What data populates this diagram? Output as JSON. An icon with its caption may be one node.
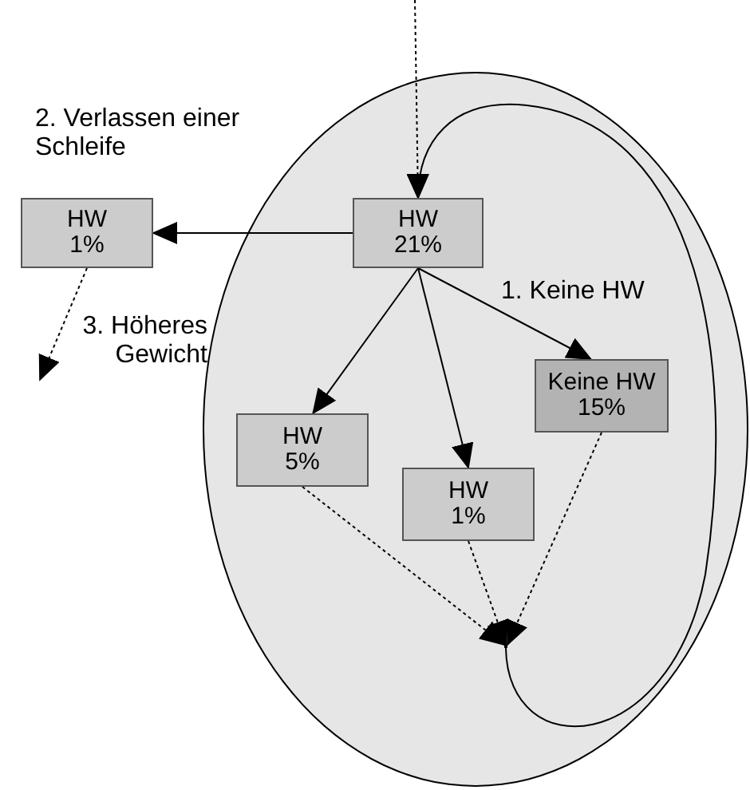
{
  "diagram": {
    "nodes": [
      {
        "text": [],
        "shape": "ellipse"
      },
      {
        "text": [
          "HW 21%"
        ],
        "in": 0
      },
      {
        "text": [
          "HW 1%"
        ]
      },
      {
        "text": [
          "Keine HW 15%"
        ],
        "in": 0
      },
      {
        "text": [
          "HW 5%"
        ],
        "in": 0
      },
      {
        "text": [
          "HW 1%"
        ],
        "in": 0
      },
      {
        "text": [],
        "shape": "point",
        "in": 0
      }
    ],
    "edges": [
      {
        "from": null,
        "to": 1,
        "arrow": "to",
        "style": "dashed"
      },
      {
        "from": 1,
        "to": 2,
        "arrow": "to"
      },
      {
        "from": 2,
        "to": null,
        "arrow": "to",
        "style": "dashed"
      },
      {
        "from": 1,
        "to": 3,
        "arrow": "to"
      },
      {
        "from": 1,
        "to": 4,
        "arrow": "to"
      },
      {
        "from": 1,
        "to": 5,
        "arrow": "to"
      },
      {
        "from": 4,
        "to": 6,
        "arrow": "to",
        "style": "dashed"
      },
      {
        "from": 5,
        "to": 6,
        "arrow": "to",
        "style": "dashed"
      },
      {
        "from": 3,
        "to": 6,
        "arrow": "to",
        "style": "dashed"
      },
      {
        "from": 6,
        "to": 1,
        "arrow": "to"
      }
    ],
    "labels": [
      "2. Verlassen einer Schleife",
      "1. Keine HW",
      "3. Höheres Gewicht"
    ]
  }
}
